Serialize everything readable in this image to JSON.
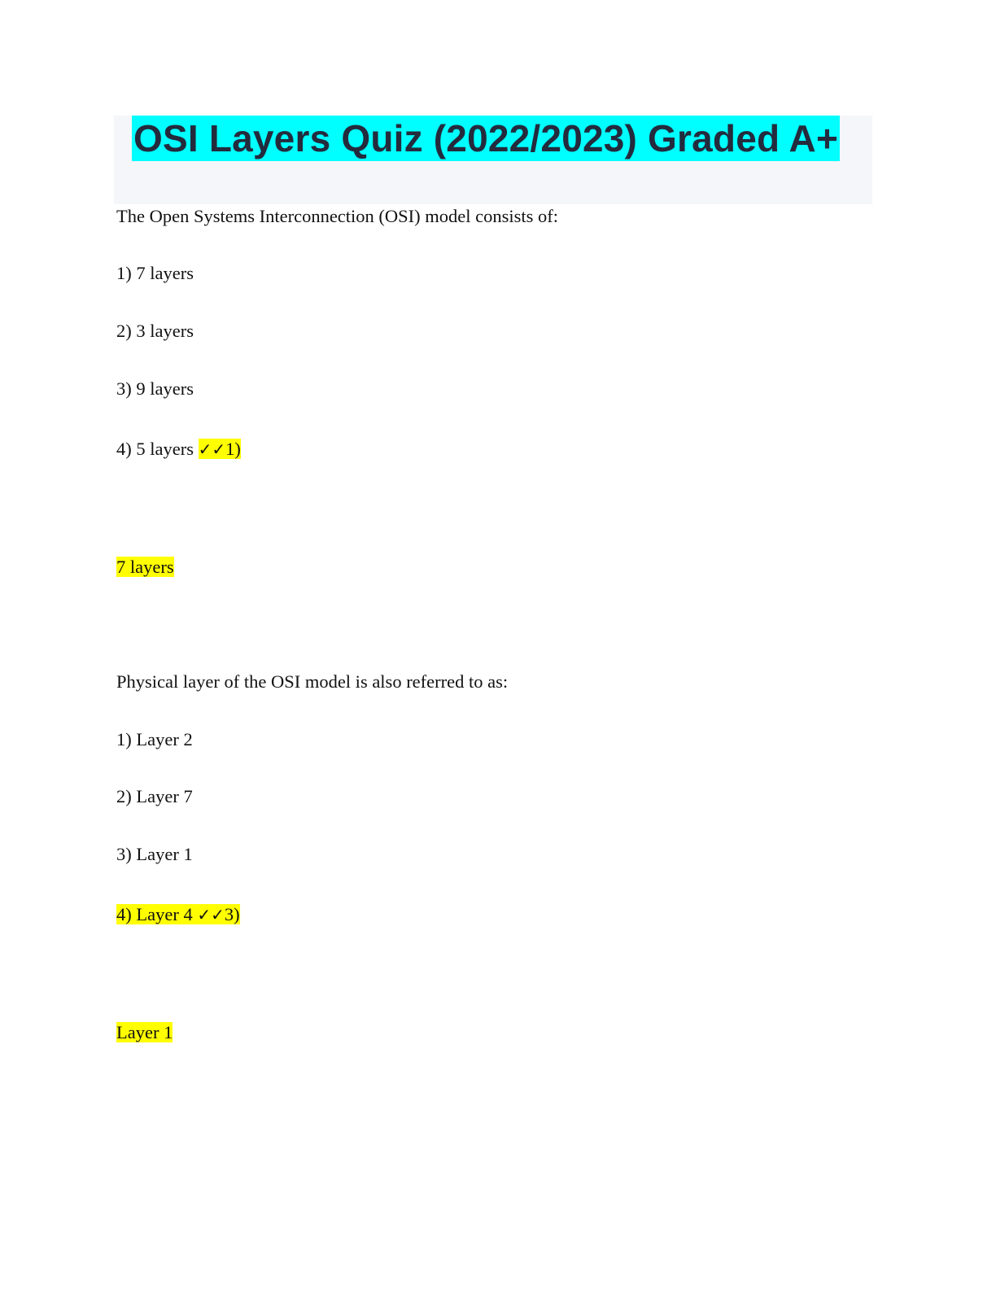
{
  "title": "OSI Layers Quiz (2022/2023) Graded A+",
  "questions": [
    {
      "prompt": "The Open Systems Interconnection (OSI) model consists of:",
      "options": [
        "1) 7 layers",
        "2) 3 layers",
        "3) 9 layers",
        "4) 5 layers"
      ],
      "marker": {
        "checks": "✓✓",
        "answer_ref": "1)"
      },
      "answer": "7 layers"
    },
    {
      "prompt": "Physical layer of the OSI model is also referred to as:",
      "options": [
        "1) Layer 2",
        "2) Layer 7",
        "3) Layer 1",
        "4) Layer 4"
      ],
      "marker": {
        "checks": "✓✓",
        "answer_ref": "3)"
      },
      "answer": "Layer 1"
    }
  ],
  "colors": {
    "title_highlight": "#00ffff",
    "answer_highlight": "#ffff00",
    "title_text": "#232b3d",
    "title_band": "#f5f6f9"
  }
}
